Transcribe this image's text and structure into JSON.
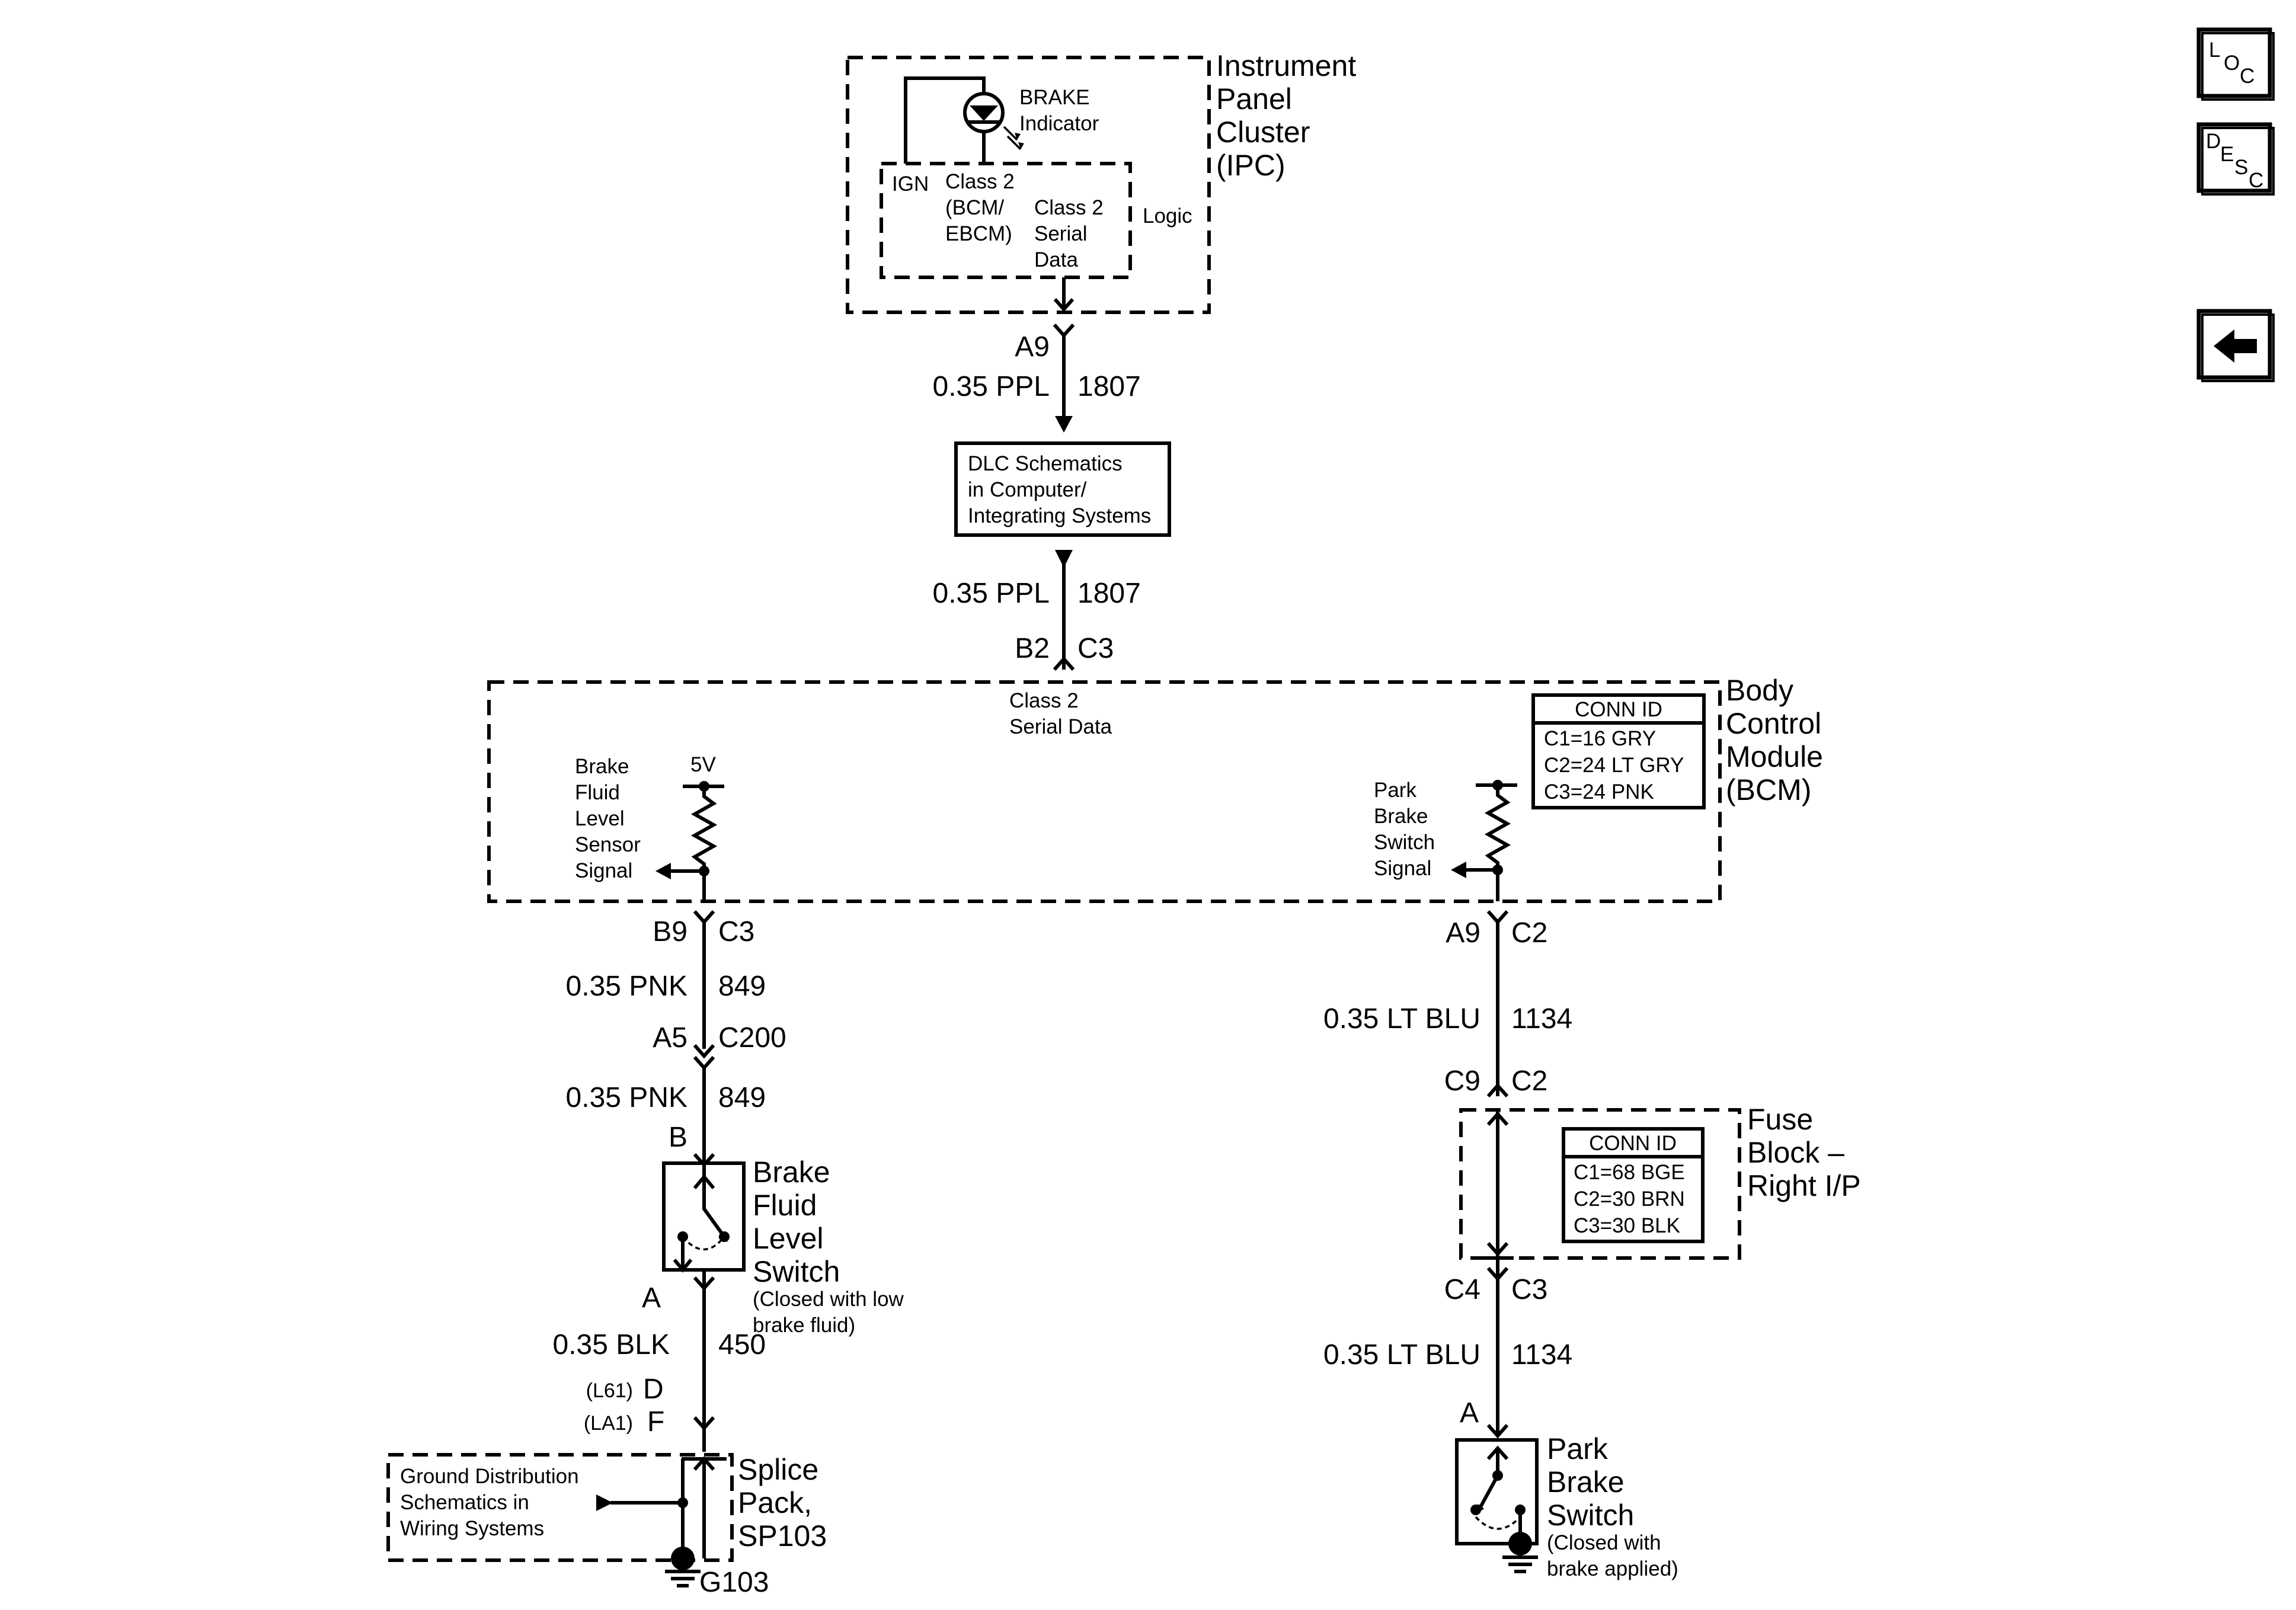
{
  "ipc": {
    "title": [
      "Instrument",
      "Panel",
      "Cluster",
      "(IPC)"
    ],
    "brake_indicator": [
      "BRAKE",
      "Indicator"
    ],
    "ign": "IGN",
    "class2_source": [
      "Class 2",
      "(BCM/",
      "EBCM)"
    ],
    "class2_serial": [
      "Class 2",
      "Serial",
      "Data"
    ],
    "logic": "Logic"
  },
  "wire_ipc_dlc": {
    "connector": "A9",
    "gauge_color": "0.35 PPL",
    "circuit": "1807"
  },
  "dlc_box": [
    "DLC Schematics",
    "in Computer/",
    "Integrating Systems"
  ],
  "wire_dlc_bcm": {
    "gauge_color": "0.35 PPL",
    "circuit": "1807",
    "pin": "B2",
    "connector": "C3"
  },
  "bcm": {
    "title": [
      "Body",
      "Control",
      "Module",
      "(BCM)"
    ],
    "class2_label": [
      "Class 2",
      "Serial Data"
    ],
    "conn_id": {
      "header": "CONN ID",
      "rows": [
        "C1=16 GRY",
        "C2=24 LT GRY",
        "C3=24 PNK"
      ]
    },
    "brake_fluid_signal": [
      "Brake",
      "Fluid",
      "Level",
      "Sensor",
      "Signal"
    ],
    "voltage": "5V",
    "park_brake_signal": [
      "Park",
      "Brake",
      "Switch",
      "Signal"
    ]
  },
  "left_circuit": {
    "pin1": "B9",
    "conn1": "C3",
    "wire1_gauge": "0.35 PNK",
    "wire1_circuit": "849",
    "pin2": "A5",
    "conn2": "C200",
    "wire2_gauge": "0.35 PNK",
    "wire2_circuit": "849",
    "pin3": "B",
    "switch_title": [
      "Brake",
      "Fluid",
      "Level",
      "Switch"
    ],
    "switch_note": [
      "(Closed with low",
      "brake fluid)"
    ],
    "pin4": "A",
    "wire3_gauge": "0.35 BLK",
    "wire3_circuit": "450",
    "opt1_code": "(L61)",
    "opt1_pin": "D",
    "opt2_code": "(LA1)",
    "opt2_pin": "F",
    "ground_box": [
      "Ground Distribution",
      "Schematics in",
      "Wiring Systems"
    ],
    "splice": [
      "Splice",
      "Pack,",
      "SP103"
    ],
    "ground_id": "G103"
  },
  "right_circuit": {
    "pin1": "A9",
    "conn1": "C2",
    "wire1_gauge": "0.35 LT BLU",
    "wire1_circuit": "1134",
    "pin2": "C9",
    "conn2": "C2",
    "fuse_block_title": [
      "Fuse",
      "Block –",
      "Right I/P"
    ],
    "conn_id": {
      "header": "CONN ID",
      "rows": [
        "C1=68 BGE",
        "C2=30 BRN",
        "C3=30 BLK"
      ]
    },
    "pin3": "C4",
    "conn3": "C3",
    "wire2_gauge": "0.35 LT BLU",
    "wire2_circuit": "1134",
    "pin4": "A",
    "switch_title": [
      "Park",
      "Brake",
      "Switch"
    ],
    "switch_note": [
      "(Closed with",
      "brake applied)"
    ]
  },
  "nav": {
    "loc": [
      "L",
      "O",
      "C"
    ],
    "desc": [
      "D",
      "E",
      "S",
      "C"
    ],
    "back_icon": "arrow-left-icon"
  }
}
